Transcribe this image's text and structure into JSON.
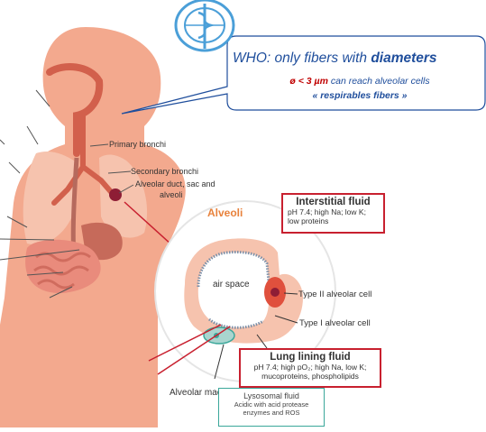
{
  "who_callout": {
    "title_prefix": "WHO: only fibers with ",
    "title_emph": "diameters",
    "size_emph": "ø < 3 µm",
    "size_rest": " can reach alveolar cells",
    "respirable": "« respirables fibers »"
  },
  "anatomy_labels": {
    "primary_bronchi": "Primary bronchi",
    "secondary_bronchi": "Secondary bronchi",
    "alveolar_line1": "Alveolar duct, sac and",
    "alveolar_line2": "alveoli"
  },
  "alveoli": {
    "title": "Alveoli",
    "air_space": "air space",
    "type2": "Type II alveolar cell",
    "type1": "Type I alveolar cell",
    "macrophage": "Alveolar macrophage"
  },
  "interstitial_fluid": {
    "title": "Interstitial fluid",
    "line1": "pH 7.4; high Na; low K;",
    "line2": "low proteins"
  },
  "lung_lining_fluid": {
    "title": "Lung lining fluid",
    "line1": "pH 7.4; high pO₂; high Na, low K;",
    "line2": "mucoproteins, phospholipids"
  },
  "lysosomal_fluid": {
    "title": "Lysosomal fluid",
    "line1": "Acidic with acid protease",
    "line2": "enzymes and ROS"
  },
  "colors": {
    "body": "#f3a98e",
    "lung": "#f6c3ae",
    "airway": "#d2604c",
    "accent_red": "#c8202f",
    "callout_blue": "#1f4e9c",
    "alveoli_orange": "#e8823c",
    "teal": "#3aa79a",
    "who_blue": "#4b9fd8"
  }
}
